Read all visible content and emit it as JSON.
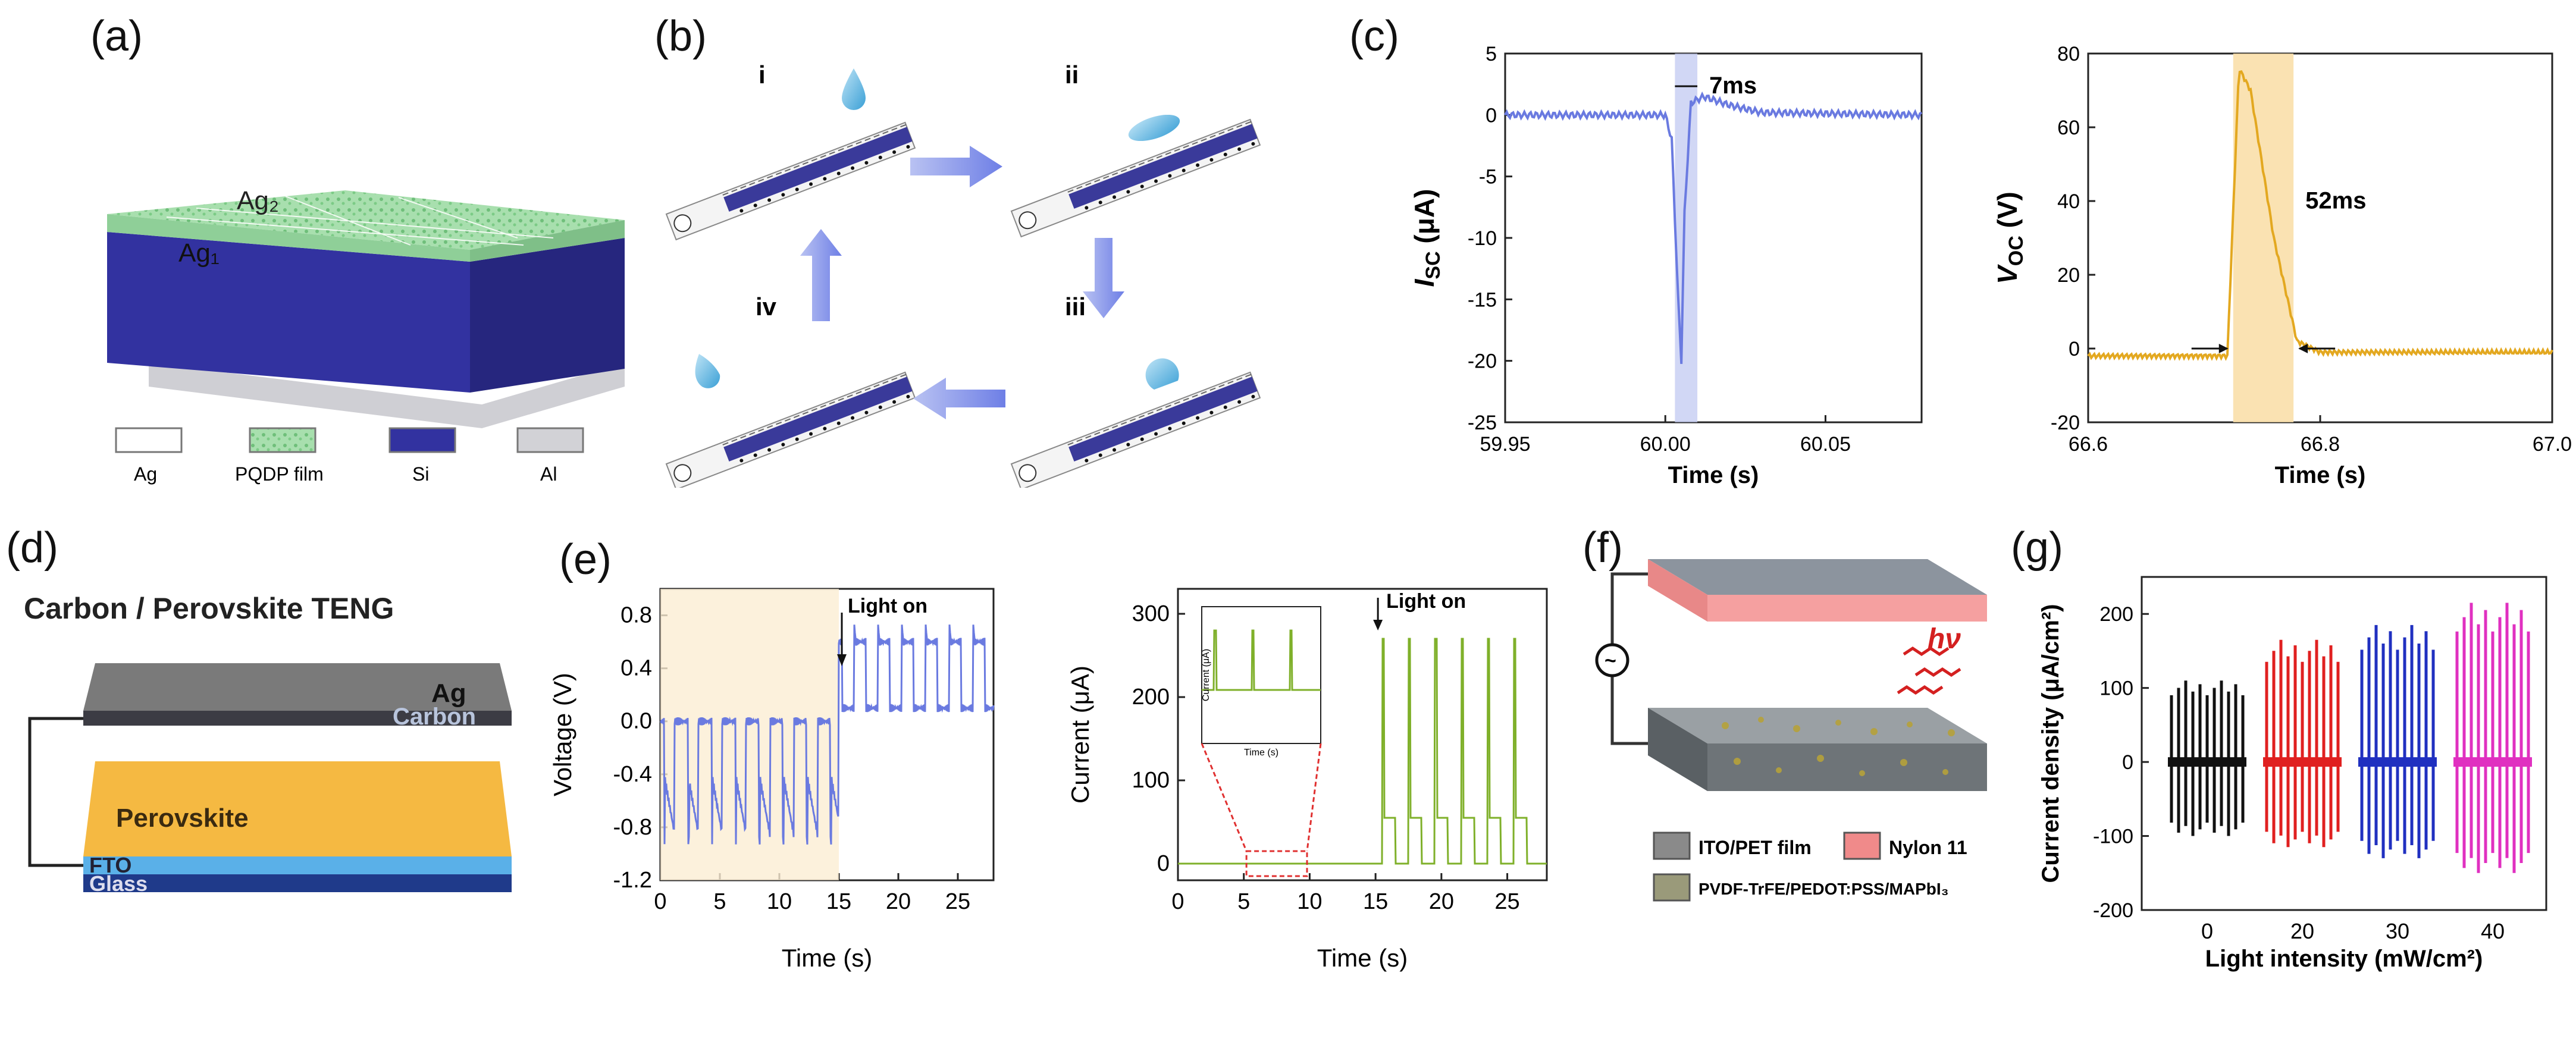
{
  "labels": {
    "a": "(a)",
    "b": "(b)",
    "c": "(c)",
    "d": "(d)",
    "e": "(e)",
    "f": "(f)",
    "g": "(g)"
  },
  "panel_a": {
    "ag2": "Ag₂",
    "ag1": "Ag₁",
    "legend": [
      {
        "label": "Ag",
        "color": "#ffffff"
      },
      {
        "label": "PQDP film",
        "color": "#9fd8a5"
      },
      {
        "label": "Si",
        "color": "#3a3a9a"
      },
      {
        "label": "Al",
        "color": "#d2d2d6"
      }
    ]
  },
  "panel_b": {
    "steps": [
      "i",
      "ii",
      "iii",
      "iv"
    ]
  },
  "panel_c": {
    "left": {
      "ylabel": "I_SC (μA)",
      "ylabel_main": "I",
      "ylabel_sub": "SC",
      "ylabel_unit": " (μA)",
      "xlabel": "Time (s)",
      "annotation": "7ms",
      "color": "#6a7ae0",
      "band": "#c6cdf2"
    },
    "right": {
      "ylabel_main": "V",
      "ylabel_sub": "OC",
      "ylabel_unit": " (V)",
      "xlabel": "Time (s)",
      "annotation": "52ms",
      "color": "#e3a820",
      "band": "#f9dfaa"
    }
  },
  "panel_d": {
    "title": "Carbon / Perovskite TENG",
    "layers": [
      "Ag",
      "Carbon",
      "Perovskite",
      "FTO",
      "Glass"
    ]
  },
  "panel_e": {
    "left": {
      "ylabel": "Voltage (V)",
      "xlabel": "Time (s)",
      "annotation": "Light on",
      "color": "#6a7ae0"
    },
    "right": {
      "ylabel": "Current (μA)",
      "xlabel": "Time (s)",
      "annotation": "Light on",
      "color": "#7fb02a",
      "inset_xlabel": "Time (s)",
      "inset_ylabel": "Current (μA)"
    }
  },
  "panel_f": {
    "hv": "hν",
    "legend": [
      {
        "label": "ITO/PET film",
        "color": "#8a8a8a"
      },
      {
        "label": "Nylon 11",
        "color": "#f08a8a"
      },
      {
        "label": "PVDF-TrFE/PEDOT:PSS/MAPbI₃",
        "color": "#9a9a7a"
      }
    ]
  },
  "panel_g": {
    "ylabel": "Current density (μA/cm²)",
    "xlabel": "Light intensity (mW/cm²)"
  },
  "chart_data": [
    {
      "type": "line",
      "panel": "c-left",
      "xlabel": "Time (s)",
      "ylabel": "I_SC (μA)",
      "xlim": [
        59.95,
        60.08
      ],
      "ylim": [
        -25,
        5
      ],
      "xticks": [
        59.95,
        60.0,
        60.05
      ],
      "yticks": [
        5,
        0,
        -5,
        -10,
        -15,
        -20,
        -25
      ],
      "x": [
        59.95,
        60.0,
        60.002,
        60.004,
        60.005,
        60.006,
        60.008,
        60.012,
        60.02,
        60.03,
        60.08
      ],
      "y": [
        0,
        0,
        -2,
        -15,
        -20,
        -8,
        1,
        1.5,
        0.8,
        0.2,
        0
      ],
      "highlight_x": [
        60.003,
        60.01
      ]
    },
    {
      "type": "line",
      "panel": "c-right",
      "xlabel": "Time (s)",
      "ylabel": "V_OC (V)",
      "xlim": [
        66.6,
        67.0
      ],
      "ylim": [
        -20,
        80
      ],
      "xticks": [
        66.6,
        66.8,
        67.0
      ],
      "yticks": [
        80,
        60,
        40,
        20,
        0,
        -20
      ],
      "x": [
        66.6,
        66.72,
        66.73,
        66.74,
        66.76,
        66.78,
        66.8,
        67.0
      ],
      "y": [
        -2,
        -2,
        76,
        70,
        30,
        2,
        -1,
        -1
      ],
      "highlight_x": [
        66.725,
        66.777
      ]
    },
    {
      "type": "line",
      "panel": "e-left",
      "xlabel": "Time (s)",
      "ylabel": "Voltage (V)",
      "xlim": [
        0,
        28
      ],
      "ylim": [
        -1.2,
        1.0
      ],
      "xticks": [
        0,
        5,
        10,
        15,
        20,
        25
      ],
      "yticks": [
        0.8,
        0.4,
        0.0,
        -0.4,
        -0.8,
        -1.2
      ],
      "light_on_x": 15,
      "pulse_times": [
        1,
        3,
        5,
        7,
        9,
        11,
        13,
        15,
        17,
        19,
        21,
        23,
        25,
        27
      ]
    },
    {
      "type": "line",
      "panel": "e-right",
      "xlabel": "Time (s)",
      "ylabel": "Current (μA)",
      "xlim": [
        0,
        28
      ],
      "ylim": [
        -20,
        330
      ],
      "xticks": [
        0,
        5,
        10,
        15,
        20,
        25
      ],
      "yticks": [
        0,
        100,
        200,
        300
      ],
      "light_on_x": 15,
      "spike_times": [
        15.5,
        17.5,
        19.5,
        21.5,
        23.5,
        25.5
      ],
      "spike_peak": 270
    },
    {
      "type": "bar",
      "panel": "g",
      "xlabel": "Light intensity (mW/cm²)",
      "ylabel": "Current density (μA/cm²)",
      "ylim": [
        -200,
        250
      ],
      "yticks": [
        -200,
        -100,
        0,
        100,
        200
      ],
      "categories": [
        "0",
        "20",
        "30",
        "40"
      ],
      "series": [
        {
          "category": "0",
          "color": "#111111",
          "max": 110,
          "min": -100
        },
        {
          "category": "20",
          "color": "#e02020",
          "max": 165,
          "min": -115
        },
        {
          "category": "30",
          "color": "#2030c0",
          "max": 185,
          "min": -130
        },
        {
          "category": "40",
          "color": "#e030c0",
          "max": 215,
          "min": -150
        }
      ]
    }
  ]
}
